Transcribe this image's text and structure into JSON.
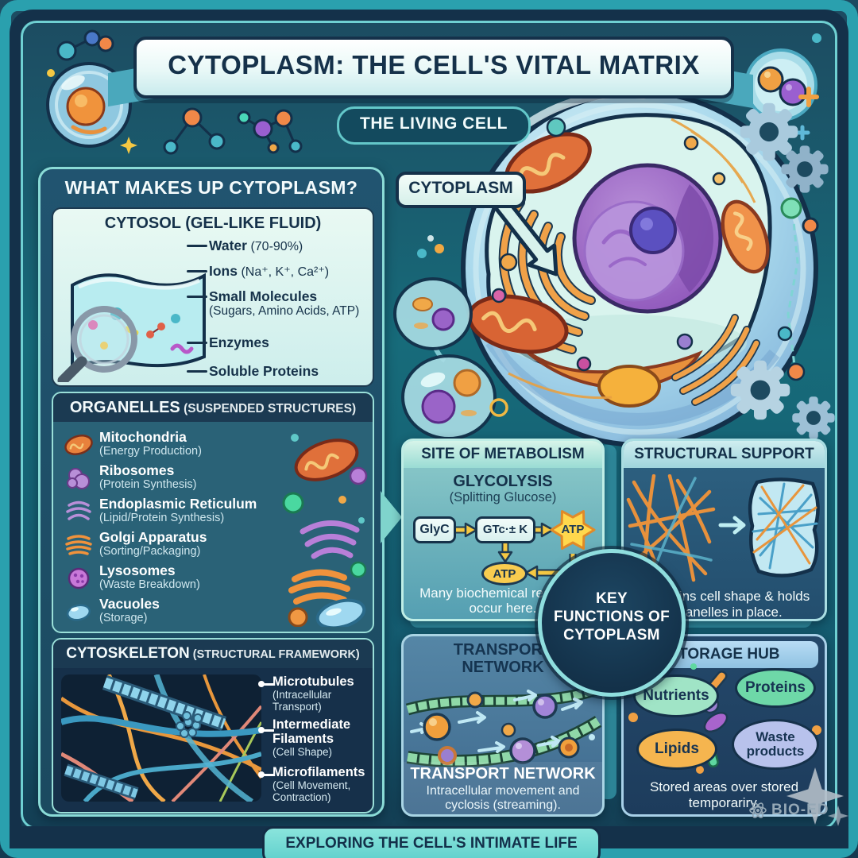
{
  "title": "CYTOPLASM: THE CELL'S VITAL MATRIX",
  "badge": "THE LIVING CELL",
  "cell_label": "CYTOPLASM",
  "left": {
    "header": "WHAT MAKES UP CYTOPLASM?",
    "cytosol": {
      "title": "CYTOSOL (GEL-LIKE FLUID)",
      "items": [
        {
          "name": "Water",
          "detail": "(70-90%)"
        },
        {
          "name": "Ions",
          "detail": "(Na⁺, K⁺, Ca²⁺)"
        },
        {
          "name": "Small Molecules",
          "detail": "(Sugars, Amino Acids, ATP)"
        },
        {
          "name": "Enzymes",
          "detail": ""
        },
        {
          "name": "Soluble Proteins",
          "detail": ""
        }
      ]
    },
    "organelles": {
      "title": "ORGANELLES",
      "suffix": " (SUSPENDED STRUCTURES)",
      "items": [
        {
          "name": "Mitochondria",
          "detail": "(Energy Production)"
        },
        {
          "name": "Ribosomes",
          "detail": "(Protein Synthesis)"
        },
        {
          "name": "Endoplasmic Reticulum",
          "detail": "(Lipid/Protein Synthesis)"
        },
        {
          "name": "Golgi Apparatus",
          "detail": "(Sorting/Packaging)"
        },
        {
          "name": "Lysosomes",
          "detail": "(Waste Breakdown)"
        },
        {
          "name": "Vacuoles",
          "detail": "(Storage)"
        }
      ]
    },
    "cytoskeleton": {
      "title": "CYTOSKELETON",
      "suffix": " (STRUCTURAL FRAMEWORK)",
      "items": [
        {
          "name": "Microtubules",
          "detail": "(Intracellular Transport)"
        },
        {
          "name": "Intermediate Filaments",
          "detail": "(Cell Shape)"
        },
        {
          "name": "Microfilaments",
          "detail": "(Cell Movement, Contraction)"
        }
      ]
    }
  },
  "metabolism": {
    "header": "SITE OF METABOLISM",
    "title": "GLYCOLYSIS",
    "subtitle": "(Splitting Glucose)",
    "flow": {
      "step1": "GlyC",
      "step2": "GTc·± K",
      "burst": "ATP",
      "product": "ATP"
    },
    "caption": "Many biochemical reactions occur here."
  },
  "structural": {
    "header": "STRUCTURAL SUPPORT",
    "caption": "Maintains cell shape & holds organelles in place."
  },
  "key_functions": {
    "line1": "KEY",
    "line2": "FUNCTIONS OF",
    "line3": "CYTOPLASM"
  },
  "transport": {
    "top_title": "TRANSPORT NETWORK",
    "title": "TRANSPORT NETWORK",
    "caption": "Intracellular movement and cyclosis (streaming)."
  },
  "storage": {
    "header": "STORAGE HUB",
    "ovals": [
      "Nutrients",
      "Proteins",
      "Lipids",
      "Waste products"
    ],
    "caption": "Stored areas over stored temporariry."
  },
  "footer": {
    "banner": "EXPLORING THE CELL'S INTIMATE LIFE",
    "brand": "BIO-ED"
  },
  "colors": {
    "frame_teal": "#2aa0ae",
    "frame_navy": "#14314a",
    "accent_mint": "#9adfd8",
    "atp_yellow": "#f8cc4f",
    "organelle_orange": "#f0a148",
    "nucleus_purple": "#9a64c8"
  }
}
